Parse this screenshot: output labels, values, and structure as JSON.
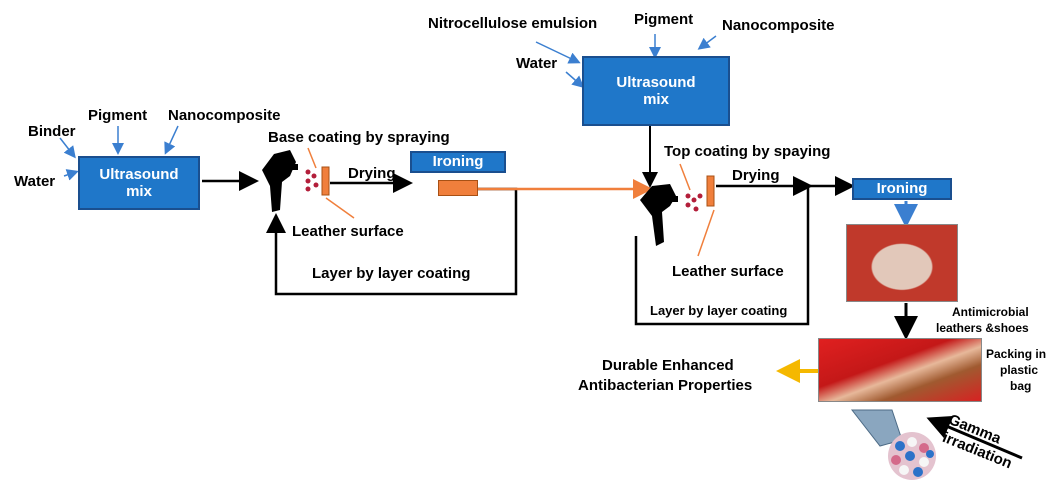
{
  "left": {
    "inputs": {
      "binder": "Binder",
      "pigment": "Pigment",
      "nanocomposite": "Nanocomposite",
      "water": "Water"
    },
    "mixer": {
      "line1": "Ultrasound",
      "line2": "mix"
    },
    "spray_label": "Base coating by spraying",
    "surface_label": "Leather surface",
    "drying": "Drying",
    "ironing": "Ironing",
    "loop_label": "Layer by layer coating"
  },
  "right": {
    "inputs": {
      "nitro": "Nitrocellulose emulsion",
      "pigment": "Pigment",
      "nanocomposite": "Nanocomposite",
      "water": "Water"
    },
    "mixer": {
      "line1": "Ultrasound",
      "line2": "mix"
    },
    "spray_label": "Top coating by spaying",
    "surface_label": "Leather surface",
    "drying": "Drying",
    "ironing": "Ironing",
    "loop_label": "Layer by layer coating"
  },
  "product": {
    "leathers": {
      "line1": "Antimicrobial",
      "line2": "leathers &shoes"
    },
    "packing": {
      "line1": "Packing in",
      "line2": "plastic",
      "line3": "bag"
    },
    "gamma": {
      "line1": "Gamma",
      "line2": "irradiation"
    },
    "result": {
      "line1": "Durable Enhanced",
      "line2": "Antibacterian Properties"
    }
  },
  "colors": {
    "box_blue": "#1f77c9",
    "arrow_blue": "#3b7fd0",
    "orange": "#f07f3c",
    "gold": "#f5b800"
  }
}
